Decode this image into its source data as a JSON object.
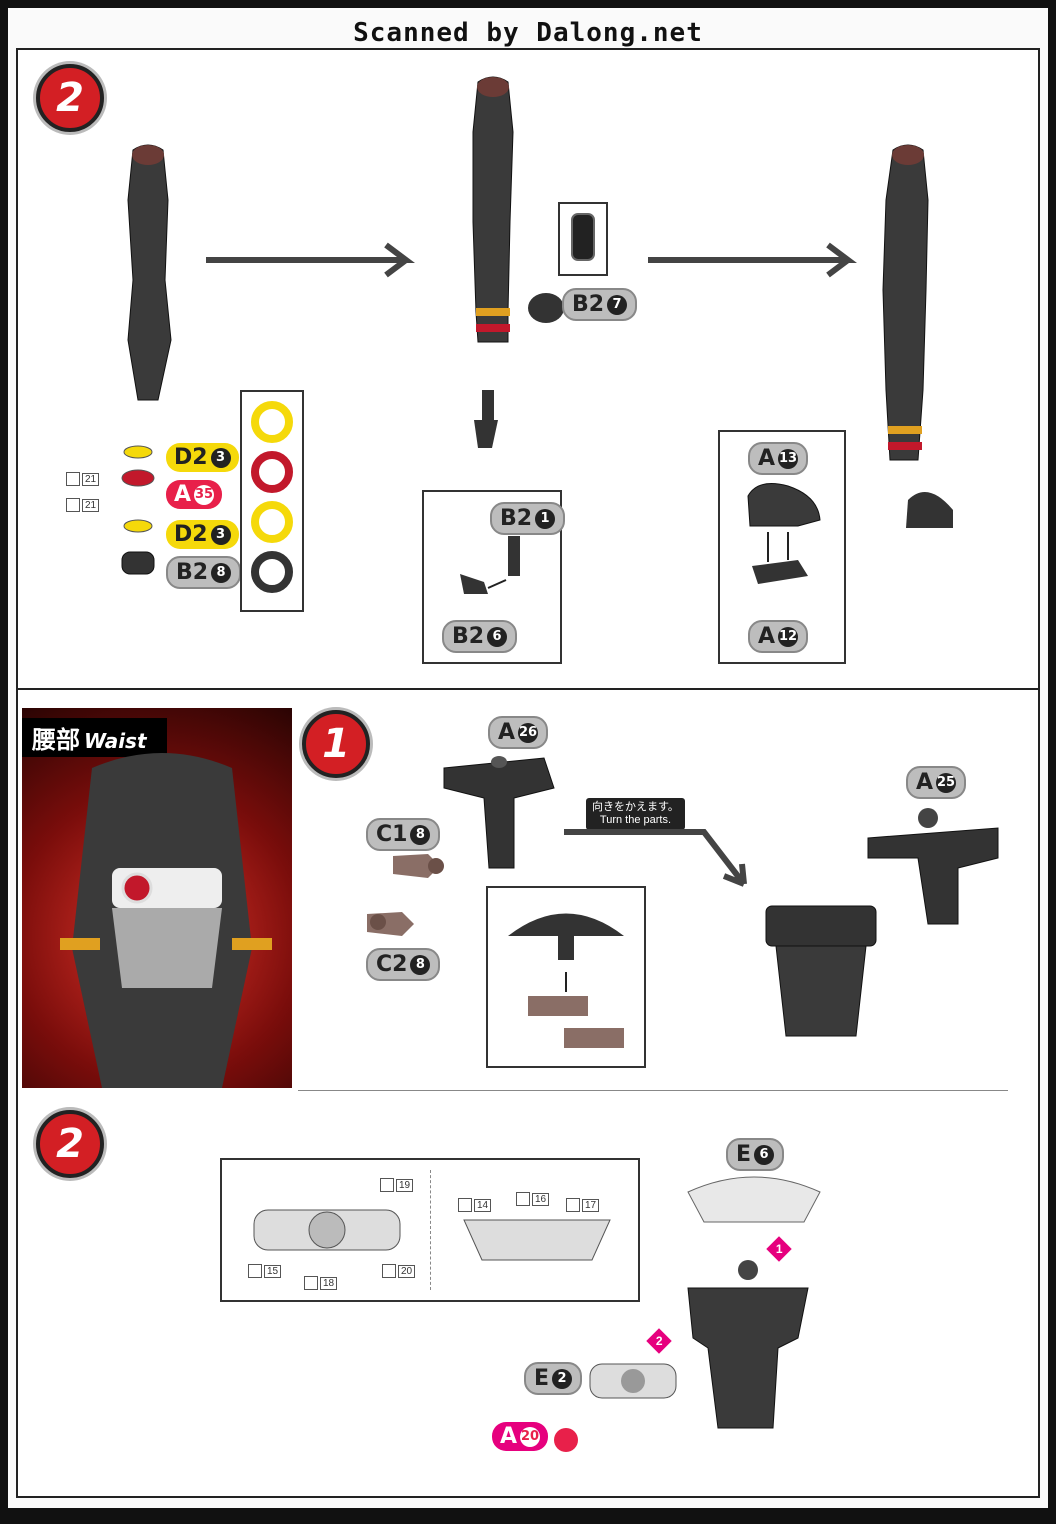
{
  "scanner_credit": "Scanned by Dalong.net",
  "top_section": {
    "step_number": "2",
    "part_labels": {
      "d2_a": {
        "letter": "D2",
        "num": "3"
      },
      "a35": {
        "letter": "A",
        "num": "35"
      },
      "d2_b": {
        "letter": "D2",
        "num": "3"
      },
      "b28": {
        "letter": "B2",
        "num": "8"
      },
      "b27": {
        "letter": "B2",
        "num": "7"
      },
      "b21": {
        "letter": "B2",
        "num": "1"
      },
      "b26": {
        "letter": "B2",
        "num": "6"
      },
      "a13": {
        "letter": "A",
        "num": "13"
      },
      "a12": {
        "letter": "A",
        "num": "12"
      }
    },
    "stickers": [
      {
        "num": "21"
      },
      {
        "num": "21"
      }
    ]
  },
  "waist_section": {
    "title_jp": "腰部",
    "title_en": "Waist",
    "step1_number": "1",
    "step2_number": "2",
    "turn_note": "向きをかえます。\nTurn the parts.",
    "part_labels": {
      "a26": {
        "letter": "A",
        "num": "26"
      },
      "a25": {
        "letter": "A",
        "num": "25"
      },
      "c18": {
        "letter": "C1",
        "num": "8"
      },
      "c28": {
        "letter": "C2",
        "num": "8"
      },
      "e6": {
        "letter": "E",
        "num": "6"
      },
      "e2": {
        "letter": "E",
        "num": "2"
      },
      "a20": {
        "letter": "A",
        "num": "20"
      }
    },
    "stickers": [
      {
        "num": "19"
      },
      {
        "num": "15"
      },
      {
        "num": "18"
      },
      {
        "num": "20"
      },
      {
        "num": "14"
      },
      {
        "num": "16"
      },
      {
        "num": "17"
      }
    ],
    "sub_steps": [
      "1",
      "2"
    ]
  },
  "colors": {
    "accent_red": "#d31f24",
    "label_yellow": "#f5d90a",
    "label_pink": "#e6007e",
    "part_dark": "#3a3a3a"
  }
}
